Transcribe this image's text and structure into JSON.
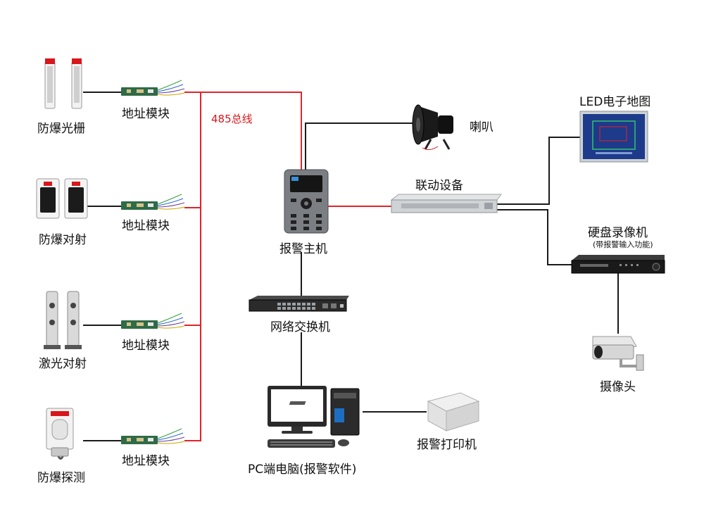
{
  "colors": {
    "bus_red": "#e0242a",
    "line_black": "#1a1a1a",
    "device_gray": "#cfd3d6",
    "module_green": "#2f6b46",
    "screen_blue": "#1e3a8a"
  },
  "detectors": [
    {
      "label": "防爆光栅",
      "icon": "beam-grating-icon"
    },
    {
      "label": "防爆对射",
      "icon": "explosion-proof-beam-icon"
    },
    {
      "label": "激光对射",
      "icon": "laser-beam-icon"
    },
    {
      "label": "防爆探测",
      "icon": "explosion-proof-detector-icon"
    }
  ],
  "modules": [
    {
      "label": "地址模块"
    },
    {
      "label": "地址模块"
    },
    {
      "label": "地址模块"
    },
    {
      "label": "地址模块"
    }
  ],
  "bus_label": "485总线",
  "alarm_host": {
    "label": "报警主机",
    "icon": "alarm-host-icon"
  },
  "speaker": {
    "label": "喇叭",
    "icon": "speaker-horn-icon"
  },
  "linkage": {
    "label": "联动设备",
    "icon": "linkage-device-icon"
  },
  "led_map": {
    "label": "LED电子地图",
    "icon": "led-map-icon"
  },
  "dvr": {
    "label": "硬盘录像机",
    "sublabel": "(带报警输入功能)",
    "icon": "dvr-icon"
  },
  "camera": {
    "label": "摄像头",
    "icon": "camera-icon"
  },
  "switch": {
    "label": "网络交换机",
    "icon": "network-switch-icon"
  },
  "pc": {
    "label": "PC端电脑(报警软件)",
    "icon": "pc-icon"
  },
  "printer": {
    "label": "报警打印机",
    "icon": "printer-icon"
  }
}
